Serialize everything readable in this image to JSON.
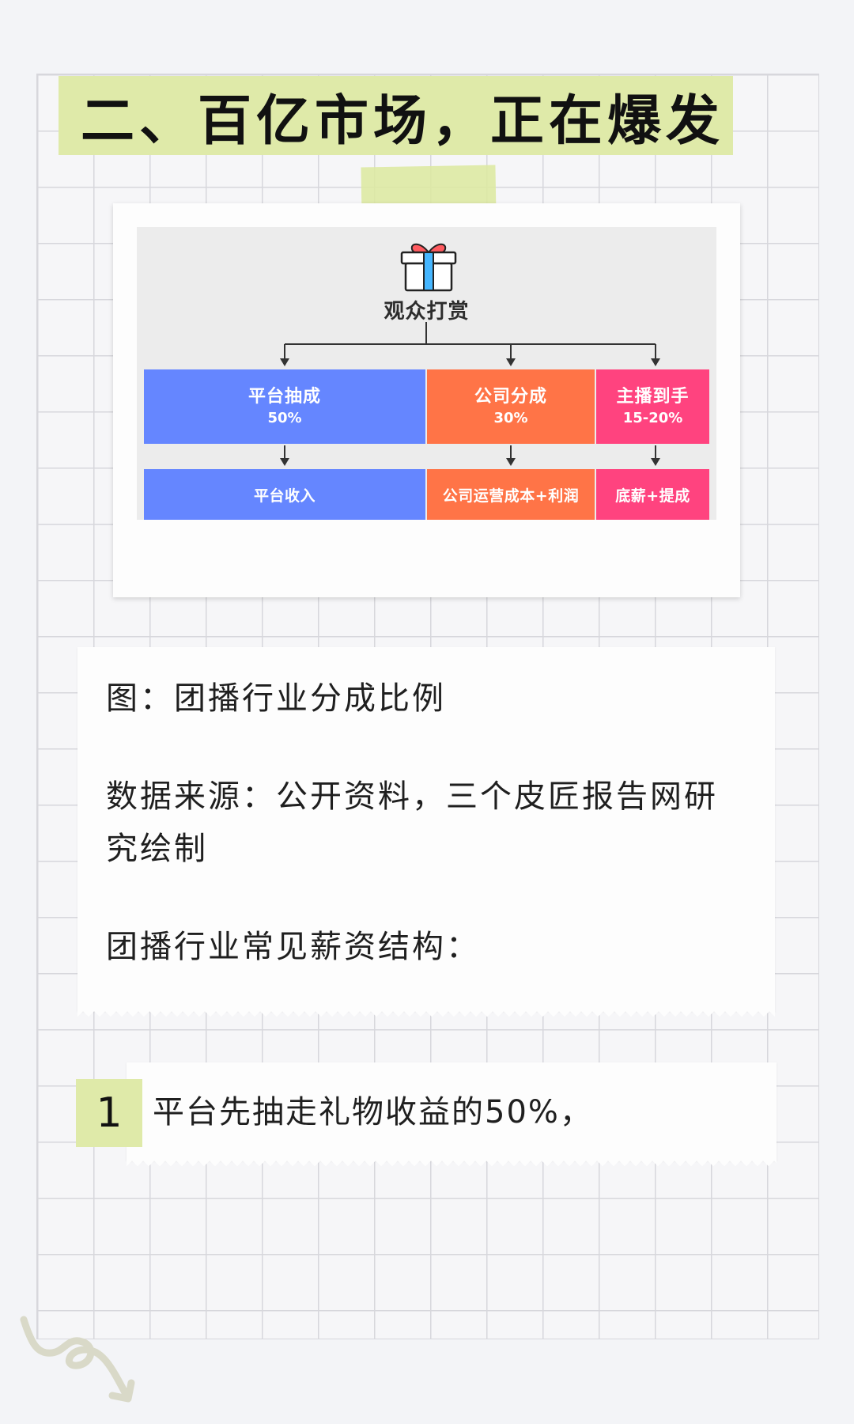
{
  "page": {
    "title": "二、百亿市场，正在爆发"
  },
  "diagram": {
    "root": "观众打赏",
    "tier1": [
      {
        "label": "平台抽成",
        "pct": "50%"
      },
      {
        "label": "公司分成",
        "pct": "30%"
      },
      {
        "label": "主播到手",
        "pct": "15-20%"
      }
    ],
    "tier2": [
      "平台收入",
      "公司运营成本+利润",
      "底薪+提成"
    ],
    "colors": {
      "blue": "#6586ff",
      "orange": "#ff7447",
      "pink": "#ff437f"
    },
    "icon": "gift-icon"
  },
  "notes": {
    "caption": "图：团播行业分成比例",
    "source": "数据来源：公开资料，三个皮匠报告网研究绘制",
    "intro": "团播行业常见薪资结构："
  },
  "point": {
    "number": "1",
    "text": "平台先抽走礼物收益的50%，"
  },
  "decor": {
    "doodle_icon": "squiggle-arrow-icon"
  }
}
